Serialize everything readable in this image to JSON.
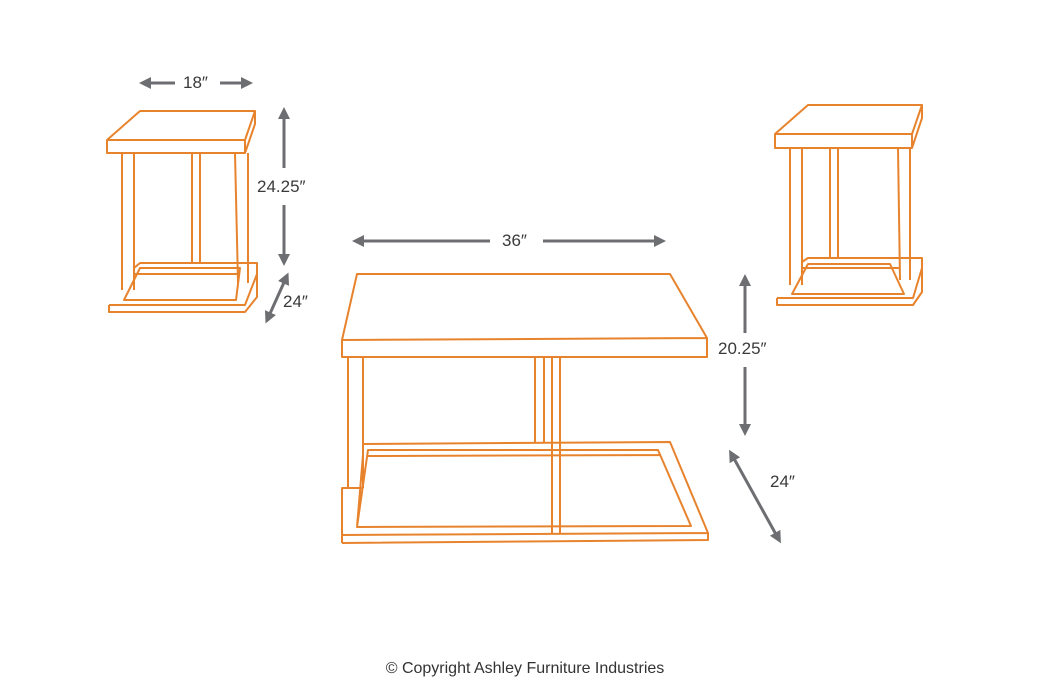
{
  "dimensions": {
    "end_table_width": "18″",
    "end_table_height": "24.25″",
    "end_table_depth": "24″",
    "cocktail_table_width": "36″",
    "cocktail_table_height": "20.25″",
    "cocktail_table_depth": "24″"
  },
  "copyright": "© Copyright Ashley Furniture Industries",
  "colors": {
    "outline": "#e8832d",
    "dimension_arrows": "#6d6e71"
  }
}
